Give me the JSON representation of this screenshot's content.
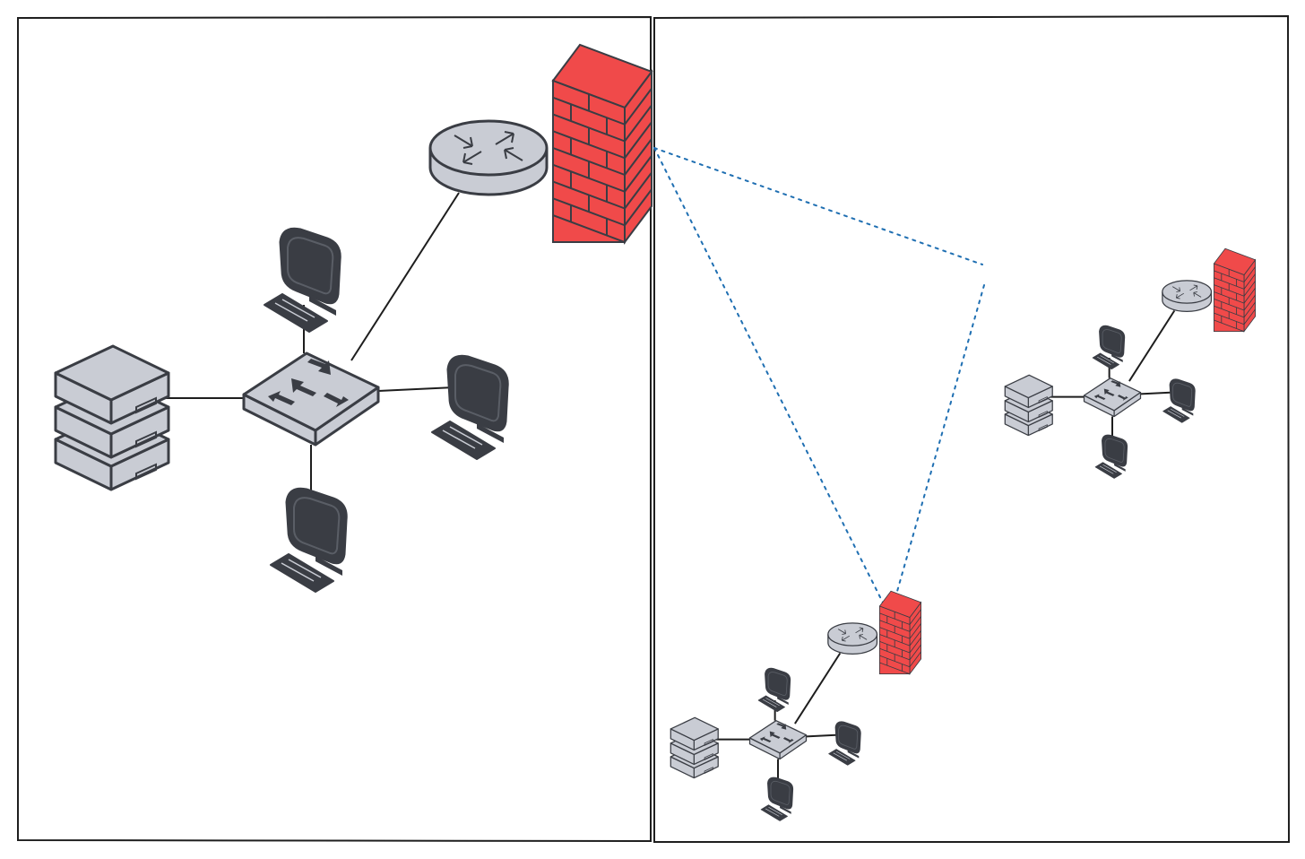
{
  "colors": {
    "background": "#ffffff",
    "frame": "#1e1e1e",
    "device_fill": "#c9ccd4",
    "device_stroke": "#3a3d44",
    "screen": "#3a3d44",
    "firewall_red": "#f04a4a",
    "firewall_stroke": "#3a3d44",
    "link_line": "#1e1e1e",
    "tunnel_line": "#1f6fb2"
  },
  "panels": [
    {
      "id": "left-panel"
    },
    {
      "id": "right-panel"
    }
  ],
  "sites": [
    {
      "id": "main-site",
      "devices": [
        "router-icon",
        "firewall-icon",
        "switch-icon",
        "server-icon",
        "workstation-icon",
        "workstation-icon",
        "workstation-icon"
      ]
    },
    {
      "id": "branch-site-a",
      "devices": [
        "router-icon",
        "firewall-icon",
        "switch-icon",
        "server-icon",
        "workstation-icon",
        "workstation-icon",
        "workstation-icon"
      ]
    },
    {
      "id": "branch-site-b",
      "devices": [
        "router-icon",
        "firewall-icon",
        "switch-icon",
        "server-icon",
        "workstation-icon",
        "workstation-icon",
        "workstation-icon"
      ]
    }
  ],
  "tunnels": [
    {
      "from": "main-site",
      "to": "branch-site-a",
      "style": "dotted"
    },
    {
      "from": "main-site",
      "to": "branch-site-b",
      "style": "dotted"
    },
    {
      "from": "branch-site-a",
      "to": "branch-site-b",
      "style": "dotted"
    }
  ]
}
